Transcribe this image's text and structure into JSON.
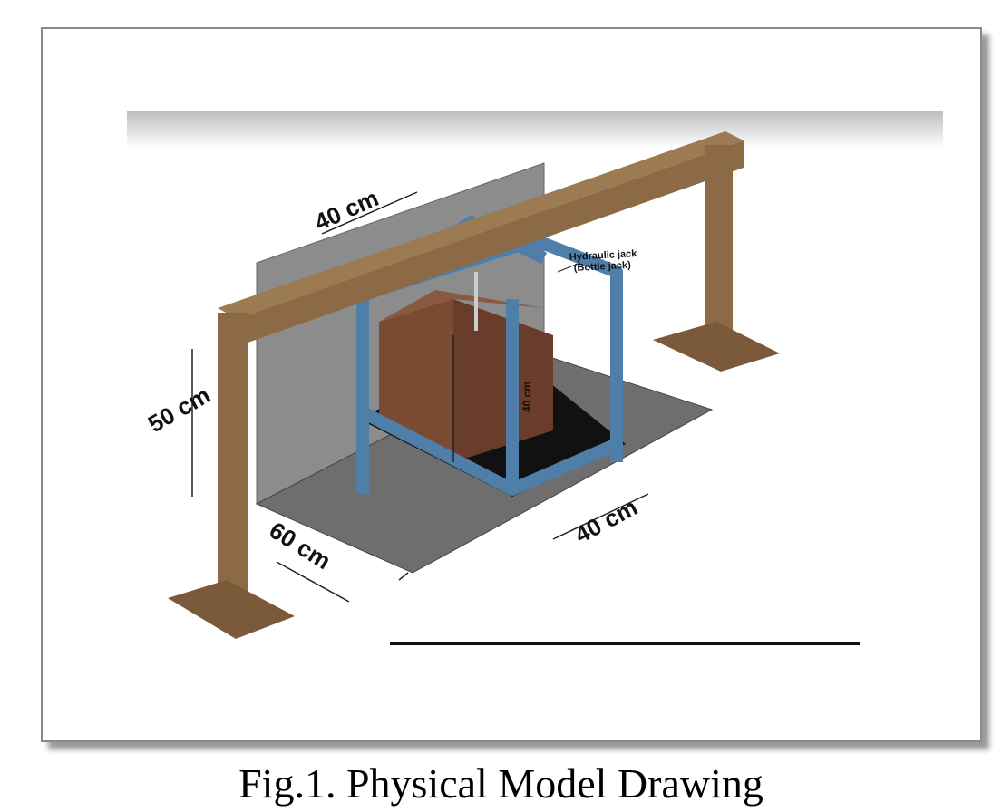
{
  "figure": {
    "caption": "Fig.1. Physical Model Drawing",
    "labels": {
      "top_width": "40 cm",
      "height": "50 cm",
      "depth": "60 cm",
      "front_width": "40 cm",
      "box_height": "40 cm",
      "jack_line1": "Hydraulic jack",
      "jack_line2": "(Bottle jack)"
    },
    "colors": {
      "beam": "#8b6a45",
      "frame": "#4f7ea8",
      "brick": "#7a4a33",
      "plate": "#6e6e6e",
      "wall": "#8c8c8c",
      "base": "#111111"
    }
  }
}
